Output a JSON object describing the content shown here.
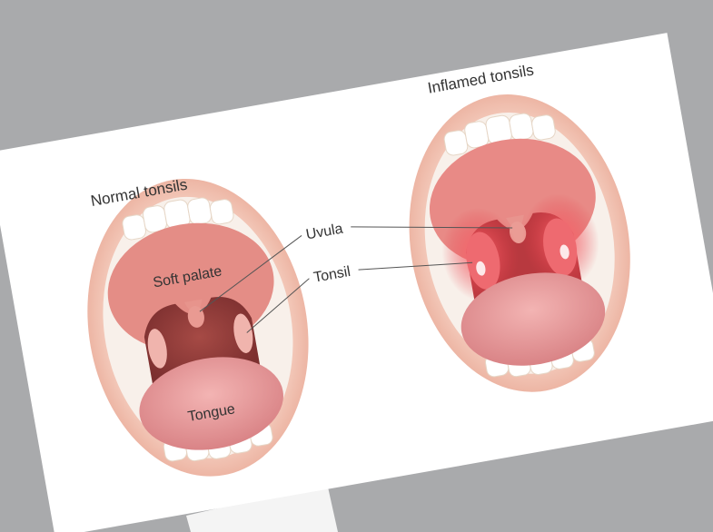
{
  "labels": {
    "normal_title": "Normal tonsils",
    "inflamed_title": "Inflamed tonsils",
    "uvula": "Uvula",
    "tonsil": "Tonsil",
    "soft_palate": "Soft palate",
    "tongue": "Tongue"
  },
  "colors": {
    "background": "#a9aaac",
    "paper": "#ffffff",
    "lip": "#f2c2b1",
    "mouth_dark": "#8f3c3c",
    "palate": "#e38e86",
    "tongue": "#e8a0a0",
    "teeth": "#ffffff",
    "inflamed": "#e8474f"
  }
}
